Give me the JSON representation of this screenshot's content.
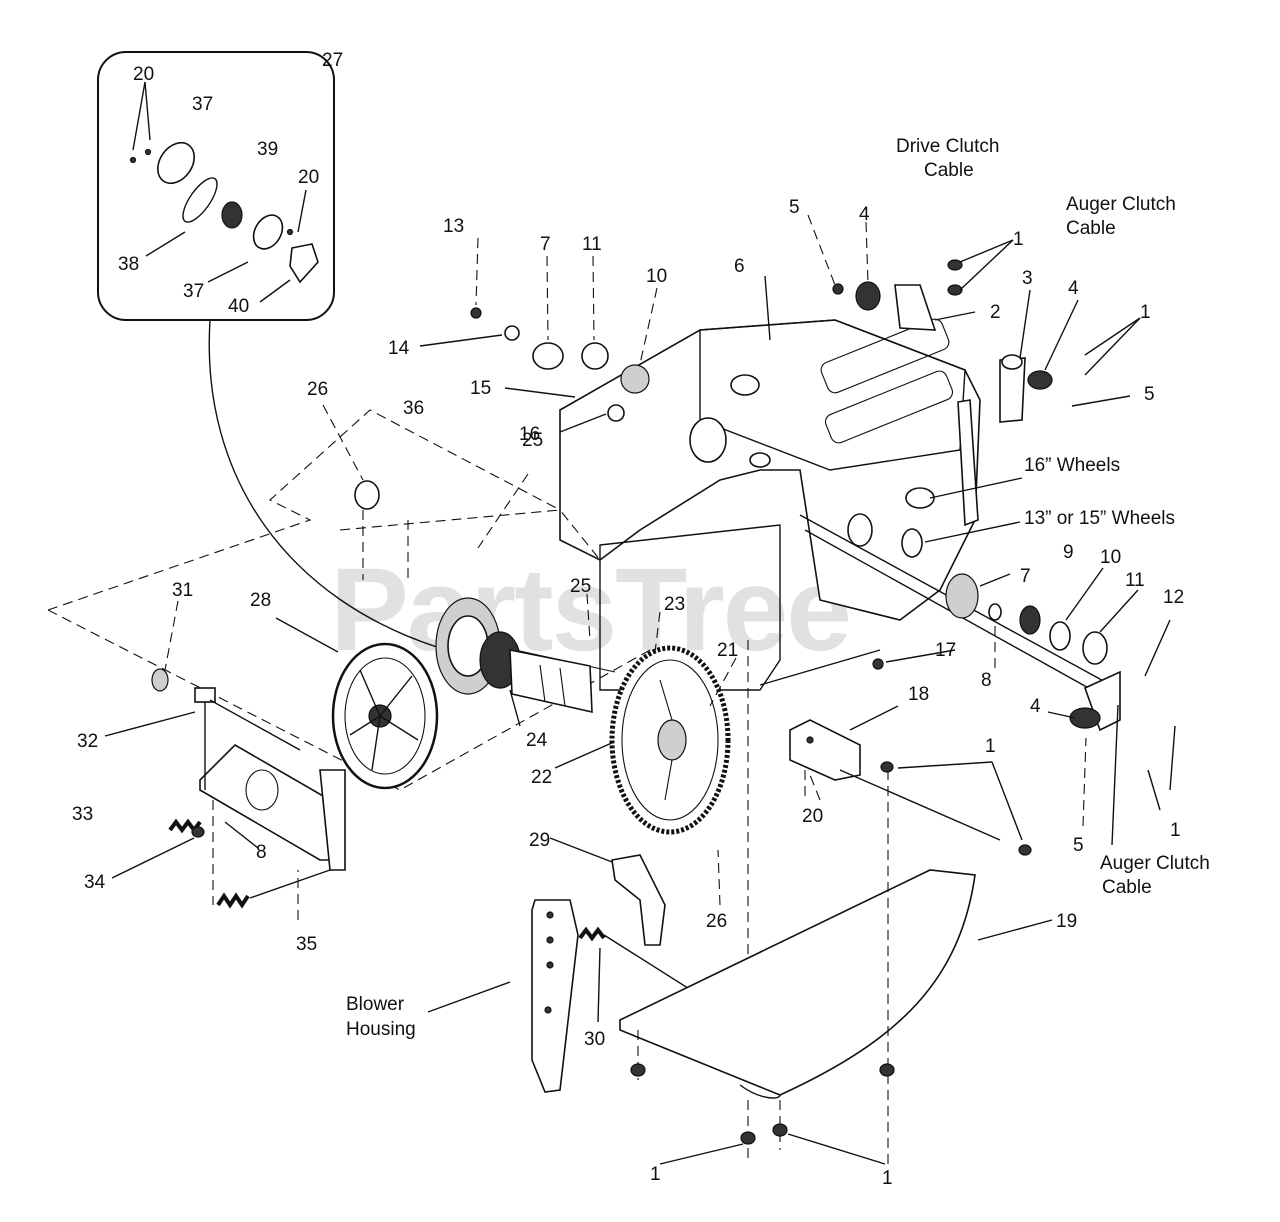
{
  "watermark": "PartsTree",
  "callouts": {
    "c27": "27",
    "c20a": "20",
    "c37a": "37",
    "c39": "39",
    "c20b": "20",
    "c38": "38",
    "c37b": "37",
    "c40": "40",
    "c13": "13",
    "c7a": "7",
    "c11a": "11",
    "c10a": "10",
    "c6": "6",
    "c5a": "5",
    "c4a": "4",
    "c1a": "1",
    "c2": "2",
    "c3": "3",
    "c4b": "4",
    "c1b": "1",
    "c5b": "5",
    "c14": "14",
    "c15": "15",
    "c16": "16",
    "c26a": "26",
    "c36": "36",
    "c25a": "25",
    "c31": "31",
    "c28": "28",
    "c25b": "25",
    "c23": "23",
    "c21": "21",
    "c7b": "7",
    "c9": "9",
    "c10b": "10",
    "c11b": "11",
    "c12": "12",
    "c17": "17",
    "c8a": "8",
    "c32": "32",
    "c24": "24",
    "c18": "18",
    "c22": "22",
    "c4c": "4",
    "c1c": "1",
    "c33": "33",
    "c20c": "20",
    "c1d": "1",
    "c5c": "5",
    "c34": "34",
    "c8b": "8",
    "c29": "29",
    "c26b": "26",
    "c19": "19",
    "c35": "35",
    "c30": "30",
    "c1e": "1",
    "c1f": "1"
  },
  "captions": {
    "drive_clutch_1": "Drive Clutch",
    "drive_clutch_2": "Cable",
    "auger_clutch_top_1": "Auger Clutch",
    "auger_clutch_top_2": "Cable",
    "wheels16": "16” Wheels",
    "wheels1315": "13” or 15” Wheels",
    "auger_clutch_bot_1": "Auger Clutch",
    "auger_clutch_bot_2": "Cable",
    "blower_1": "Blower",
    "blower_2": "Housing"
  }
}
